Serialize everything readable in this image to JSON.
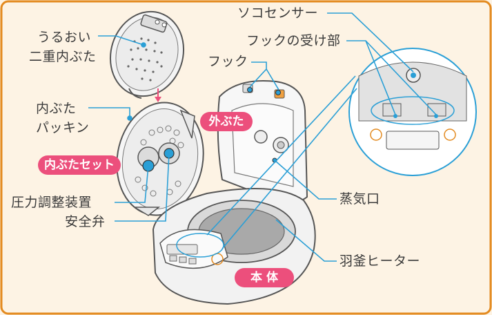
{
  "labels": {
    "moist_lid_line1": "うるおい",
    "moist_lid_line2": "二重内ぶた",
    "packing_line1": "内ぶた",
    "packing_line2": "パッキン",
    "inner_lid_set": "内ぶたセット",
    "pressure_device": "圧力調整装置",
    "safety_valve": "安全弁",
    "hook": "フック",
    "outer_lid": "外ぶた",
    "bottom_sensor": "ソコセンサー",
    "hook_receiver": "フックの受け部",
    "steam_vent": "蒸気口",
    "heater": "羽釜ヒーター",
    "body": "本 体"
  },
  "colors": {
    "background": "#fdf3e4",
    "frame": "#e38a1f",
    "badge": "#ec4f7c",
    "leader_line": "#2a9fd6",
    "outline": "#555555"
  }
}
